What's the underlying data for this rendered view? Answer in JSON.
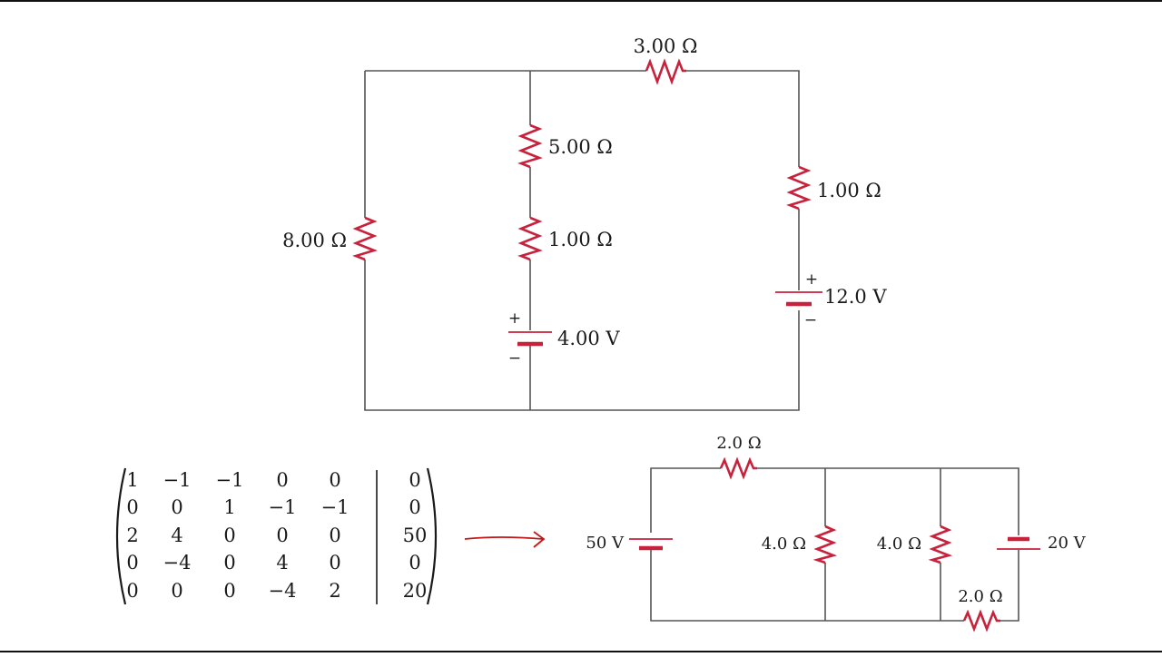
{
  "circuit_top": {
    "resistors": [
      "3.00 Ω",
      "5.00 Ω",
      "1.00 Ω",
      "8.00 Ω",
      "1.00 Ω"
    ],
    "batteries": [
      "4.00 V",
      "12.0 V"
    ],
    "signs": {
      "plus": "+",
      "minus": "−"
    }
  },
  "matrix": {
    "rows": [
      [
        "1",
        "−1",
        "−1",
        "0",
        "0",
        "0"
      ],
      [
        "0",
        "0",
        "1",
        "−1",
        "−1",
        "0"
      ],
      [
        "2",
        "4",
        "0",
        "0",
        "0",
        "50"
      ],
      [
        "0",
        "−4",
        "0",
        "4",
        "0",
        "0"
      ],
      [
        "0",
        "0",
        "0",
        "−4",
        "2",
        "20"
      ]
    ]
  },
  "circuit_bottom": {
    "resistors": [
      "2.0 Ω",
      "4.0 Ω",
      "4.0 Ω",
      "2.0 Ω"
    ],
    "batteries": [
      "50 V",
      "20 V"
    ]
  },
  "colors": {
    "component": "#c8213b",
    "wire": "#555555",
    "arrow": "#c01818"
  }
}
